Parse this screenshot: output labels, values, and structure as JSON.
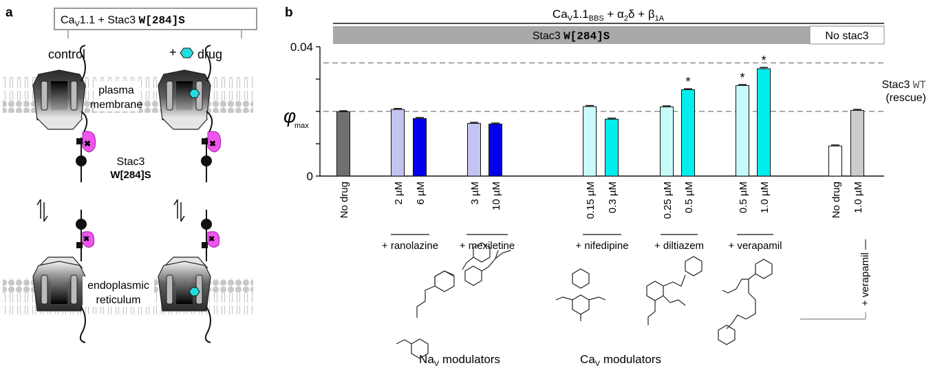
{
  "panel_a": {
    "letter": "a",
    "header_prefix": "Ca",
    "header_sub": "V",
    "header_mid": "1.1 + Stac3 ",
    "header_mutant": "W[284]S",
    "control_label": "control",
    "drug_plus": "+",
    "drug_label": "drug",
    "plasma_label_1": "plasma",
    "plasma_label_2": "membrane",
    "stac_label": "Stac3",
    "stac_mutant": "W[284]S",
    "er_label_1": "endoplasmic",
    "er_label_2": "reticulum"
  },
  "panel_b": {
    "letter": "b",
    "title_prefix": "Ca",
    "title_sub1": "V",
    "title_mid": "1.1",
    "title_sub2": "BBS",
    "title_rest": " + α",
    "title_sub3": "2",
    "title_rest2": "δ + β",
    "title_sub4": "1A",
    "band_label_prefix": "Stac3 ",
    "band_label_mutant": "W[284]S",
    "band_label_right": "No stac3",
    "ref_label_prefix": "Stac3 ",
    "ref_label_mono": "WT",
    "ref_label_2": "(rescue)",
    "phi_symbol": "φ",
    "phi_sub": "max"
  },
  "chart_data": {
    "type": "bar",
    "ylim": [
      0,
      0.04
    ],
    "yticks": [
      "0",
      "",
      "",
      "",
      "0.04"
    ],
    "ref_lines": [
      0.02,
      0.035
    ],
    "bars": [
      {
        "label": "No drug",
        "value": 0.0199,
        "error": 0.0003,
        "color": "#707070",
        "star": false
      },
      {
        "label": "2 µM",
        "value": 0.0206,
        "error": 0.0003,
        "color": "#c4c4f2",
        "star": false
      },
      {
        "label": "6 µM",
        "value": 0.0178,
        "error": 0.0003,
        "color": "#0000ee",
        "star": false
      },
      {
        "label": "3 µM",
        "value": 0.0163,
        "error": 0.0003,
        "color": "#c4c4f2",
        "star": false
      },
      {
        "label": "10 µM",
        "value": 0.0161,
        "error": 0.0003,
        "color": "#0000ee",
        "star": false
      },
      {
        "label": "0.15 µM",
        "value": 0.0215,
        "error": 0.0003,
        "color": "#c8fafa",
        "star": false
      },
      {
        "label": "0.3 µM",
        "value": 0.0176,
        "error": 0.0003,
        "color": "#00eeee",
        "star": false
      },
      {
        "label": "0.25 µM",
        "value": 0.0214,
        "error": 0.0003,
        "color": "#c8fafa",
        "star": false
      },
      {
        "label": "0.5 µM",
        "value": 0.0267,
        "error": 0.0003,
        "color": "#00eeee",
        "star": true
      },
      {
        "label": "0.5 µM",
        "value": 0.028,
        "error": 0.0003,
        "color": "#c8fafa",
        "star": true
      },
      {
        "label": "1.0 µM",
        "value": 0.0332,
        "error": 0.0004,
        "color": "#00eeee",
        "star": true
      },
      {
        "label": "No drug",
        "value": 0.0093,
        "error": 0.0003,
        "color": "#ffffff",
        "star": false
      },
      {
        "label": "1.0 µM",
        "value": 0.0203,
        "error": 0.0003,
        "color": "#cccccc",
        "star": false
      }
    ],
    "groups": [
      {
        "label": "+ ranolazine"
      },
      {
        "label": "+ mexiletine"
      },
      {
        "label": "+ nifedipine"
      },
      {
        "label": "+ diltiazem"
      },
      {
        "label": "+ verapamil"
      }
    ],
    "side_group_label": "+ verapamil",
    "class_labels": [
      {
        "prefix": "Na",
        "sub": "V",
        "rest": " modulators"
      },
      {
        "prefix": "Ca",
        "sub": "V",
        "rest": " modulators"
      }
    ],
    "star_symbol": "*"
  },
  "colors": {
    "channel_dark": "#4a4a4a",
    "stac_pink": "#ee55ee",
    "drug_cyan": "#22dddd",
    "band_grey": "#a9a9a9"
  }
}
